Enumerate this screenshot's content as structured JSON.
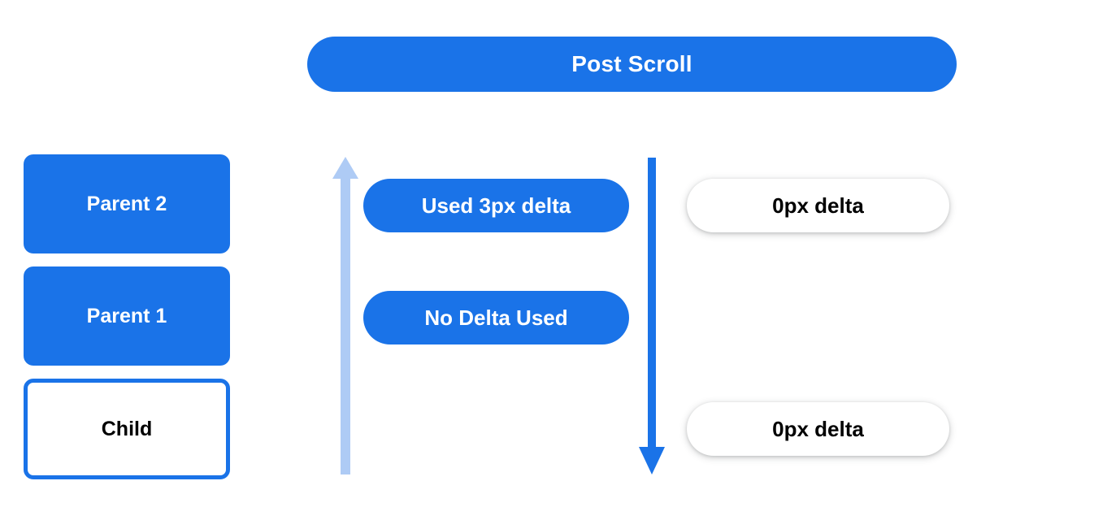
{
  "header": {
    "title": "Post Scroll"
  },
  "colors": {
    "blue": "#1a73e8",
    "light_blue": "#aecbf5",
    "white": "#ffffff",
    "black": "#000000"
  },
  "stack": {
    "boxes": [
      {
        "label": "Parent 2",
        "style": "filled"
      },
      {
        "label": "Parent 1",
        "style": "filled"
      },
      {
        "label": "Child",
        "style": "outlined"
      }
    ]
  },
  "arrows": [
    {
      "name": "scroll-up-arrow",
      "direction": "up",
      "color": "#aecbf5"
    },
    {
      "name": "scroll-down-arrow",
      "direction": "down",
      "color": "#1a73e8"
    }
  ],
  "consumed": {
    "pills": [
      {
        "label": "Used 3px delta"
      },
      {
        "label": "No Delta Used"
      }
    ]
  },
  "remaining": {
    "pills": [
      {
        "label": "0px delta"
      },
      {
        "label": "0px delta"
      }
    ]
  }
}
